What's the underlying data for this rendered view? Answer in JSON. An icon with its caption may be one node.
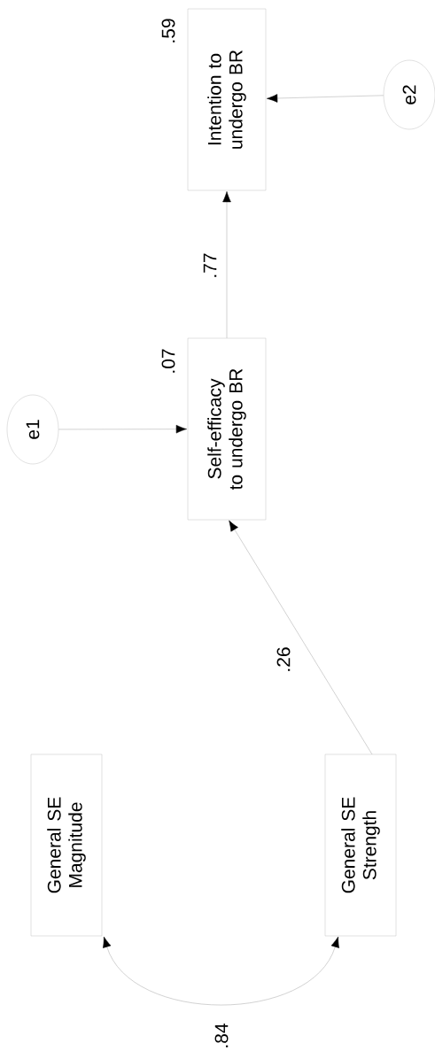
{
  "diagram": {
    "nodes": [
      {
        "text": [
          "Intention to undergo BR"
        ],
        "beside": [
          ".59"
        ]
      },
      {
        "text": [
          "e2"
        ]
      },
      {
        "text": [
          "Self-efficacy to undergo BR"
        ],
        "beside": [
          ".07"
        ]
      },
      {
        "text": [
          "e1"
        ]
      },
      {
        "text": [
          "General SE Magnitude"
        ]
      },
      {
        "text": [
          "General SE Strength"
        ]
      }
    ],
    "edges": [
      {
        "from": 1,
        "to": 0,
        "arrow": "to"
      },
      {
        "from": 2,
        "to": 0,
        "arrow": "to",
        "label": ".77"
      },
      {
        "from": 3,
        "to": 2,
        "arrow": "to"
      },
      {
        "from": 5,
        "to": 2,
        "arrow": "to",
        "label": ".26"
      },
      {
        "from": 4,
        "to": 5,
        "arrow": "both",
        "label": ".84"
      }
    ]
  }
}
